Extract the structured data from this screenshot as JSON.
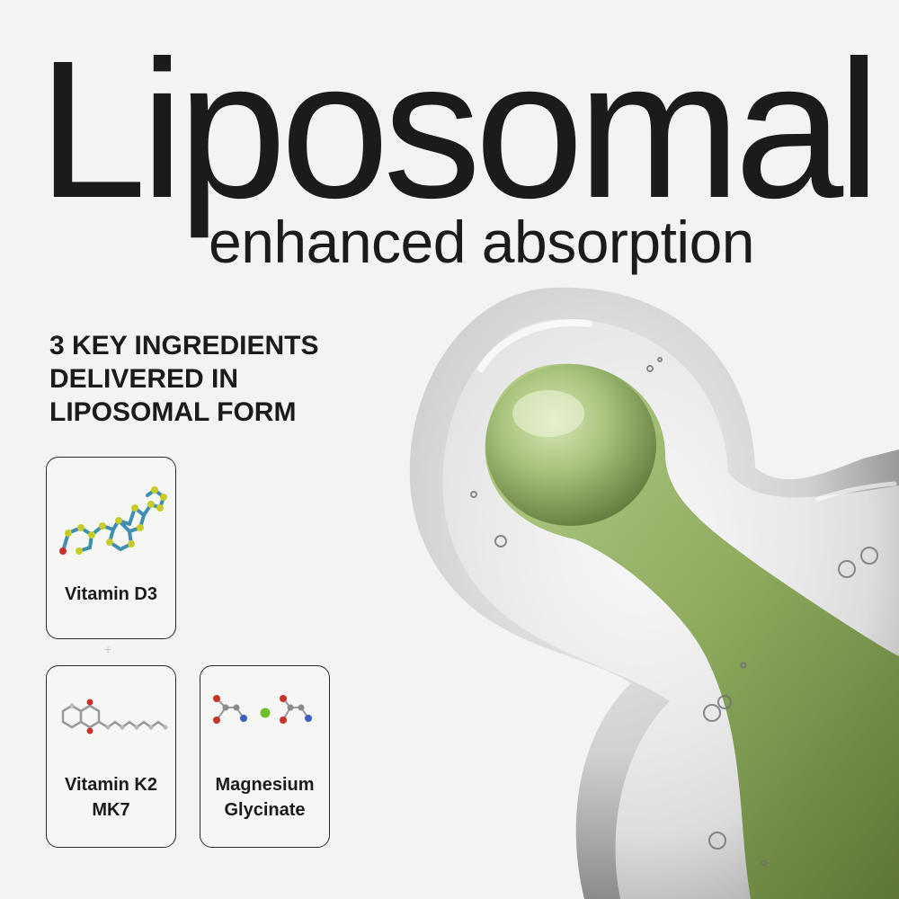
{
  "headline": "Liposomal",
  "subline": "enhanced absorption",
  "intro": {
    "lines": [
      "3 KEY INGREDIENTS",
      "DELIVERED IN",
      "LIPOSOMAL FORM"
    ]
  },
  "ingredients": [
    {
      "lines": [
        "Vitamin D3"
      ],
      "icon": "vitamin-d3-molecule-icon"
    },
    {
      "lines": [
        "Vitamin K2",
        "MK7"
      ],
      "icon": "vitamin-k2-molecule-icon"
    },
    {
      "lines": [
        "Magnesium",
        "Glycinate"
      ],
      "icon": "magnesium-glycinate-molecule-icon"
    }
  ],
  "colors": {
    "text": "#1b1b1b",
    "background": "#f3f3f2",
    "liquid_green": "#9bb86a",
    "shell_gray": "#7d7d7d"
  }
}
